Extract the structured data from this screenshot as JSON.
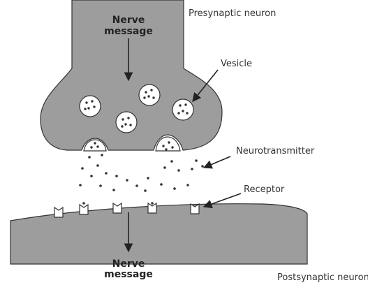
{
  "labels": {
    "presynaptic": "Presynaptic neuron",
    "postsynaptic": "Postsynaptic neuron",
    "vesicle": "Vesicle",
    "neurotransmitter": "Neurotransmitter",
    "receptor": "Receptor",
    "nerve_message_top_line1": "Nerve",
    "nerve_message_top_line2": "message",
    "nerve_message_bottom_line1": "Nerve",
    "nerve_message_bottom_line2": "message"
  },
  "colors": {
    "neuron_fill": "#9d9d9d",
    "outline": "#333333",
    "vesicle_fill": "#ffffff",
    "dot": "#333333",
    "receptor_fill": "#ffffff"
  }
}
